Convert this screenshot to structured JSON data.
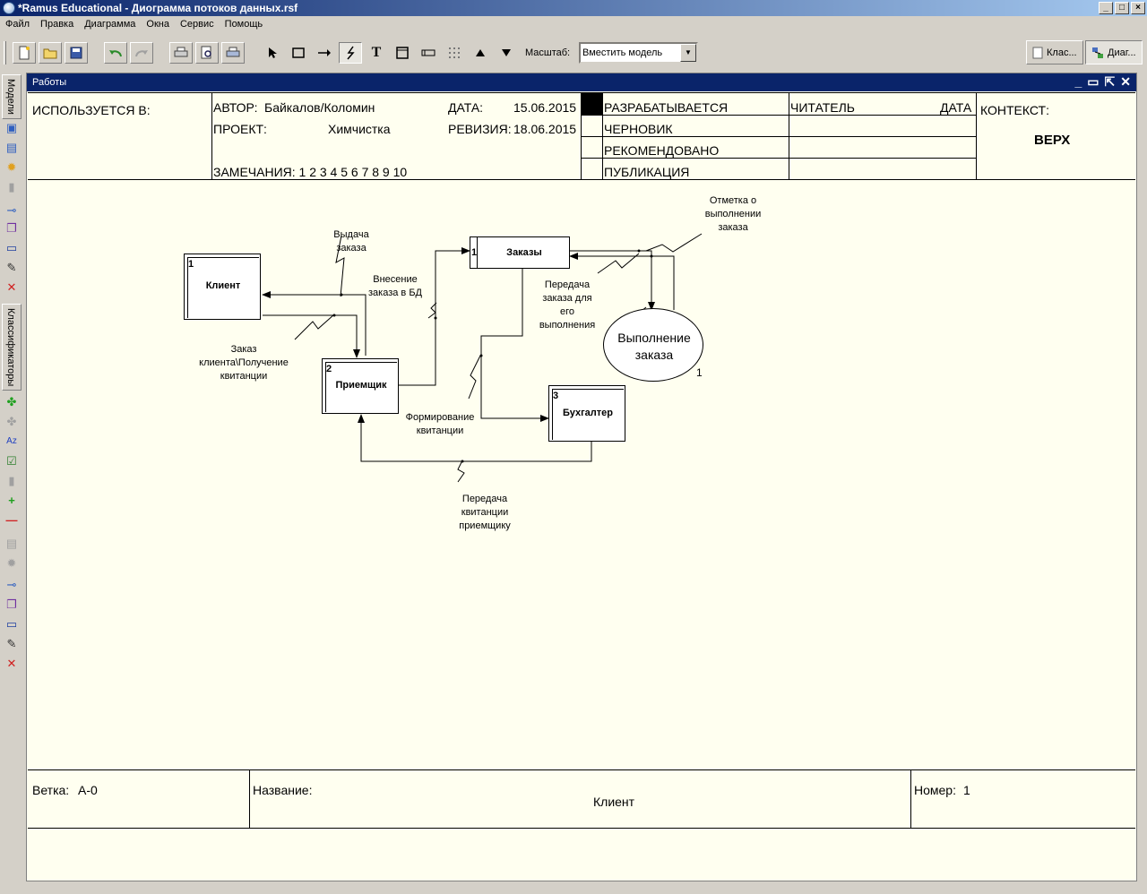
{
  "app": {
    "title": "*Ramus Educational - Диограмма потоков данных.rsf"
  },
  "menu": [
    "Файл",
    "Правка",
    "Диаграмма",
    "Окна",
    "Сервис",
    "Помощь"
  ],
  "toolbar": {
    "scale_label": "Масштаб:",
    "scale_value": "Вместить модель"
  },
  "tabs": [
    {
      "label": "Клас..."
    },
    {
      "label": "Диаг..."
    }
  ],
  "left_panel": {
    "models_tab": "Модели",
    "classifiers_tab": "Классификаторы"
  },
  "child_window": {
    "title": "Работы"
  },
  "frame": {
    "used_in": "ИСПОЛЬЗУЕТСЯ В:",
    "author_label": "АВТОР:",
    "author_value": "Байкалов/Коломин",
    "project_label": "ПРОЕКТ:",
    "project_value": "Химчистка",
    "date_label": "ДАТА:",
    "date_value": "15.06.2015",
    "revision_label": "РЕВИЗИЯ:",
    "revision_value": "18.06.2015",
    "notes": "ЗАМЕЧАНИЯ:  1 2 3 4 5 6 7 8 9 10",
    "status": [
      "РАЗРАБАТЫВАЕТСЯ",
      "ЧЕРНОВИК",
      "РЕКОМЕНДОВАНО",
      "ПУБЛИКАЦИЯ"
    ],
    "reader": "ЧИТАТЕЛЬ",
    "reader_date": "ДАТА",
    "context": "КОНТЕКСТ:",
    "context_value": "ВЕРХ",
    "branch_label": "Ветка:",
    "branch_value": "А-0",
    "name_label": "Название:",
    "name_value": "Клиент",
    "number_label": "Номер:",
    "number_value": "1"
  },
  "diagram": {
    "external_client": {
      "num": "1",
      "label": "Клиент"
    },
    "receiver": {
      "num": "2",
      "label": "Приемщик"
    },
    "accountant": {
      "num": "3",
      "label": "Бухгалтер"
    },
    "store_orders": {
      "num": "1",
      "label": "Заказы"
    },
    "process": {
      "label": "Выполнение заказа",
      "num": "1"
    },
    "flows": {
      "issue": "Выдача заказа",
      "order_client": "Заказ клиента\\Получение квитанции",
      "enter_db": "Внесение заказа в БД",
      "transfer_exec": "Передача заказа для его выполнения",
      "mark_done": "Отметка о выполнении заказа",
      "form_receipt": "Формирование квитанции",
      "transfer_receipt": "Передача квитанции приемщику"
    }
  }
}
